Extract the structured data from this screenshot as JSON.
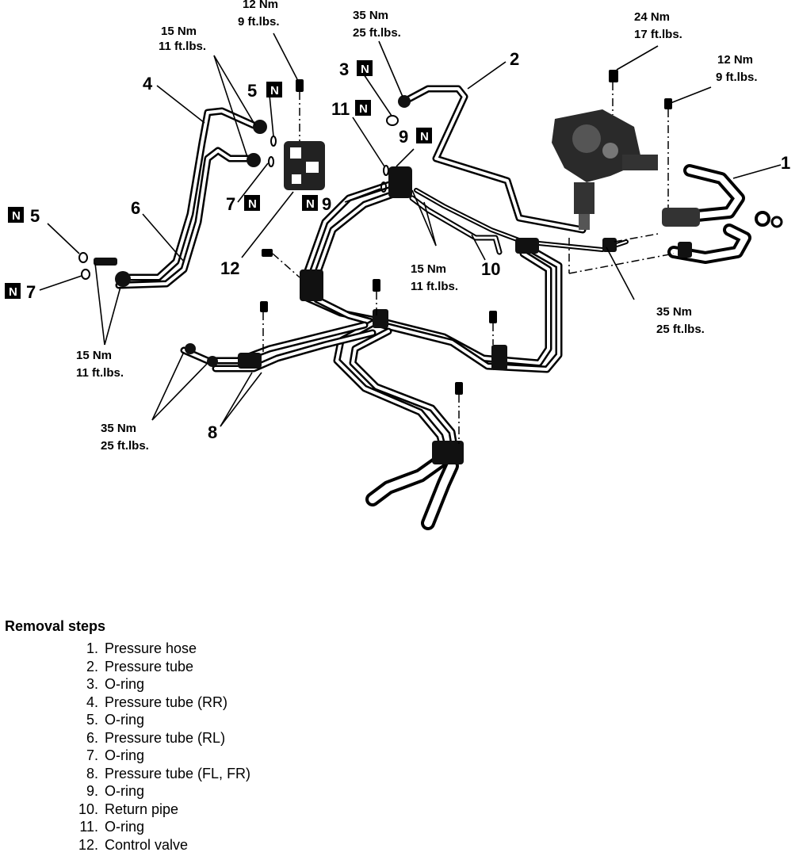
{
  "diagram": {
    "callouts": {
      "c1": "1",
      "c2": "2",
      "c3": "3",
      "c4": "4",
      "c5a": "5",
      "c5b": "5",
      "c6": "6",
      "c7a": "7",
      "c7b": "7",
      "c8": "8",
      "c9a": "9",
      "c9b": "9",
      "c10": "10",
      "c11": "11",
      "c12": "12"
    },
    "n_marker": "N",
    "torques": {
      "t_15_a": [
        "15 Nm",
        "11 ft.lbs."
      ],
      "t_12_a": [
        "12 Nm",
        "9 ft.lbs."
      ],
      "t_35_a": [
        "35 Nm",
        "25 ft.lbs."
      ],
      "t_24": [
        "24 Nm",
        "17 ft.lbs."
      ],
      "t_12_b": [
        "12 Nm",
        "9 ft.lbs."
      ],
      "t_15_b": [
        "15 Nm",
        "11 ft.lbs."
      ],
      "t_35_b": [
        "35 Nm",
        "25 ft.lbs."
      ],
      "t_15_c": [
        "15 Nm",
        "11 ft.lbs."
      ],
      "t_35_c": [
        "35 Nm",
        "25 ft.lbs."
      ]
    }
  },
  "removal": {
    "heading": "Removal steps",
    "steps": [
      {
        "n": "1.",
        "text": "Pressure hose"
      },
      {
        "n": "2.",
        "text": "Pressure tube"
      },
      {
        "n": "3.",
        "text": "O-ring"
      },
      {
        "n": "4.",
        "text": "Pressure tube (RR)"
      },
      {
        "n": "5.",
        "text": "O-ring"
      },
      {
        "n": "6.",
        "text": "Pressure tube (RL)"
      },
      {
        "n": "7.",
        "text": "O-ring"
      },
      {
        "n": "8.",
        "text": "Pressure tube (FL, FR)"
      },
      {
        "n": "9.",
        "text": "O-ring"
      },
      {
        "n": "10.",
        "text": "Return pipe"
      },
      {
        "n": "11.",
        "text": "O-ring"
      },
      {
        "n": "12.",
        "text": "Control valve"
      }
    ]
  }
}
